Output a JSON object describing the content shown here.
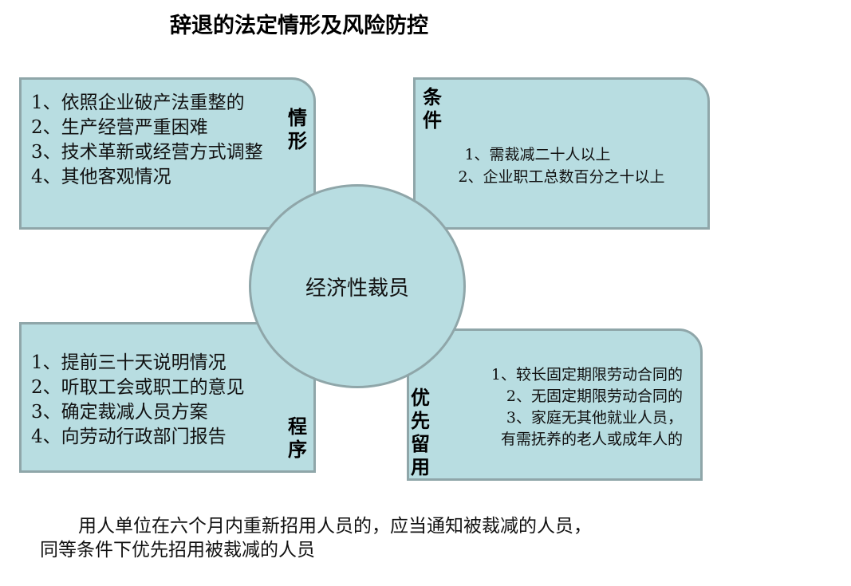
{
  "title": "辞退的法定情形及风险防控",
  "center": {
    "label": "经济性裁员"
  },
  "colors": {
    "fill": "#B8DDE1",
    "border": "#8FA6A9",
    "text": "#111111"
  },
  "boxes": {
    "situations": {
      "label": "情形",
      "label_chars": [
        "情",
        "形"
      ],
      "items": [
        "1、依照企业破产法重整的",
        "2、生产经营严重困难",
        "3、技术革新或经营方式调整",
        "4、其他客观情况"
      ]
    },
    "conditions": {
      "label": "条件",
      "label_chars": [
        "条",
        "件"
      ],
      "items": [
        "1、需裁减二十人以上",
        "2、企业职工总数百分之十以上"
      ]
    },
    "procedure": {
      "label": "程序",
      "label_chars": [
        "程",
        "序"
      ],
      "items": [
        "1、提前三十天说明情况",
        "2、听取工会或职工的意见",
        "3、确定裁减人员方案",
        "4、向劳动行政部门报告"
      ]
    },
    "priority_retention": {
      "label": "优先留用",
      "label_chars": [
        "优",
        "先",
        "留",
        "用"
      ],
      "items": [
        "1、较长固定期限劳动合同的",
        "2、无固定期限劳动合同的",
        "3、家庭无其他就业人员，",
        "有需抚养的老人或成年人的"
      ]
    }
  },
  "footer": {
    "line1": "用人单位在六个月内重新招用人员的，应当通知被裁减的人员，",
    "line2": "同等条件下优先招用被裁减的人员"
  }
}
